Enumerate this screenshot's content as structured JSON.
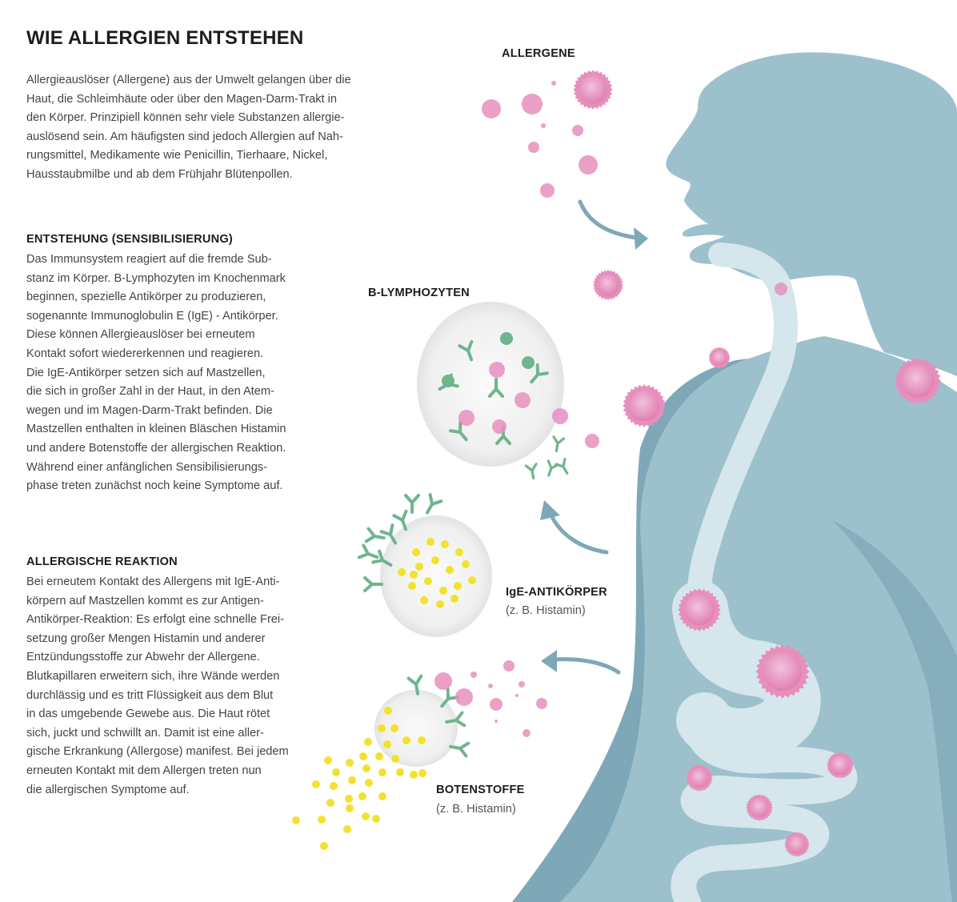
{
  "title": "WIE ALLERGIEN ENTSTEHEN",
  "intro": [
    "Allergieauslöser (Allergene) aus der Umwelt gelangen über die",
    "Haut, die Schleimhäute oder über den Magen-Darm-Trakt in",
    "den Körper. Prinzipiell können sehr viele Substanzen allergie-",
    "auslösend sein. Am häufigsten sind jedoch Allergien auf Nah-",
    "rungsmittel, Medikamente wie Penicillin, Tierhaare, Nickel,",
    "Hausstaubmilbe und ab dem Frühjahr Blütenpollen."
  ],
  "section1": {
    "heading": "ENTSTEHUNG (SENSIBILISIERUNG)",
    "lines": [
      "Das Immunsystem reagiert auf die fremde Sub-",
      "stanz im Körper. B-Lymphozyten im Knochenmark",
      "beginnen, spezielle Antikörper zu produzieren,",
      "sogenannte Immunoglobulin E (IgE) - Antikörper.",
      "Diese können Allergieauslöser bei erneutem",
      "Kontakt sofort wiedererkennen und reagieren.",
      "Die IgE-Antikörper setzen sich auf Mastzellen,",
      "die sich in großer Zahl in der Haut, in den Atem-",
      "wegen und im Magen-Darm-Trakt befinden. Die",
      "Mastzellen enthalten in kleinen Bläschen Histamin",
      "und andere Botenstoffe der allergischen Reaktion.",
      "Während einer anfänglichen Sensibilisierungs-",
      "phase treten zunächst noch keine Symptome auf."
    ]
  },
  "section2": {
    "heading": "ALLERGISCHE REAKTION",
    "lines": [
      "Bei erneutem Kontakt des Allergens mit IgE-Anti-",
      "körpern auf Mastzellen kommt es zur Antigen-",
      "Antikörper-Reaktion: Es erfolgt eine schnelle Frei-",
      "setzung großer Mengen Histamin und anderer",
      "Entzündungsstoffe zur Abwehr der Allergene.",
      "Blutkapillaren erweitern sich, ihre Wände werden",
      "durchlässig und es tritt Flüssigkeit aus dem Blut",
      "in das umgebende Gewebe aus. Die Haut rötet",
      "sich, juckt und schwillt an. Damit ist eine aller-",
      "gische Erkrankung (Allergose) manifest. Bei jedem",
      "erneuten Kontakt mit dem Allergen treten nun",
      "die allergischen Symptome auf."
    ]
  },
  "labels": {
    "allergene": "ALLERGENE",
    "lymphozyten": "B-LYMPHOZYTEN",
    "ige": "IgE-ANTIKÖRPER",
    "ige_sub": "(z. B. Histamin)",
    "botenstoffe": "BOTENSTOFFE",
    "botenstoffe_sub": "(z. B. Histamin)"
  },
  "colors": {
    "body": "#9cc1cd",
    "body_dark": "#7ea8b7",
    "tract": "#d5e6ec",
    "allergen": "#e68fbd",
    "antibody": "#6fb58f",
    "histamine": "#f2e22e",
    "cell": "#ececec",
    "arrow": "#7ea8b7"
  }
}
